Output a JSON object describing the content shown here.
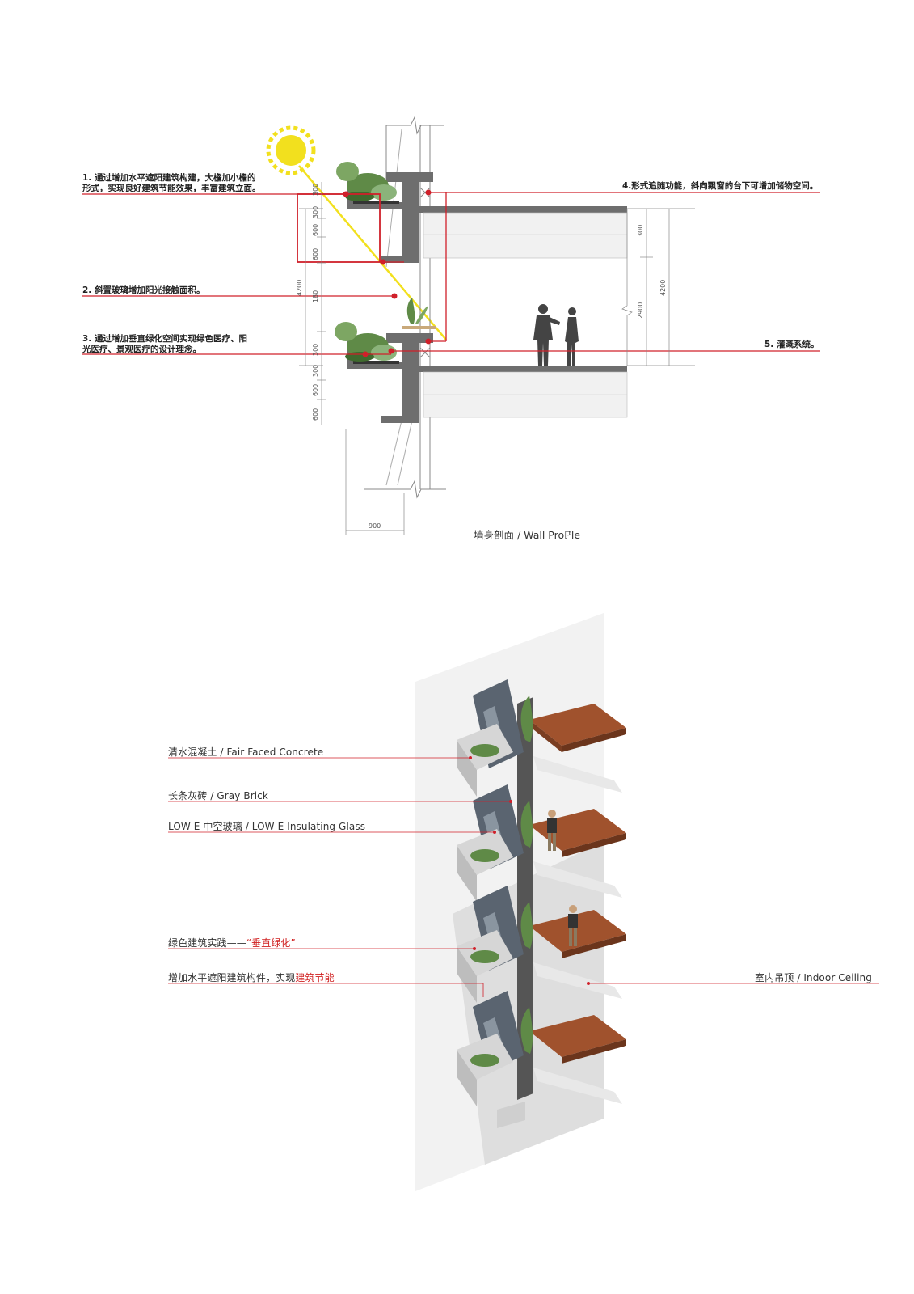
{
  "section": {
    "notes": [
      {
        "id": "n1a",
        "text": "1. 通过增加水平遮阳建筑构建，大檐加小檐的"
      },
      {
        "id": "n1b",
        "text": "形式，实现良好建筑节能效果，丰富建筑立面。"
      },
      {
        "id": "n2",
        "text": "2. 斜置玻璃增加阳光接触面积。"
      },
      {
        "id": "n3a",
        "text": "3. 通过增加垂直绿化空间实现绿色医疗、阳"
      },
      {
        "id": "n3b",
        "text": "光医疗、景观医疗的设计理念。"
      },
      {
        "id": "n4",
        "text": "4.形式追随功能，斜向飘窗的台下可增加储物空间。"
      },
      {
        "id": "n5",
        "text": "5. 灌溉系统。"
      }
    ],
    "dimensions": {
      "d300a": "300",
      "d300b": "300",
      "d600a": "600",
      "d600b": "600",
      "d180": "180",
      "d4200l": "4200",
      "d300c": "300",
      "d300d": "300",
      "d600c": "600",
      "d600d": "600",
      "d1300": "1300",
      "d2900": "2900",
      "d4200r": "4200",
      "d900": "900"
    },
    "caption": "墙身剖面 / Wall Proℙle"
  },
  "axonometric": {
    "labels": {
      "concrete": "清水混凝土 / Fair Faced Concrete",
      "brick": "长条灰砖 / Gray Brick",
      "glass": "LOW-E 中空玻璃 / LOW-E Insulating Glass",
      "green_prefix": "绿色建筑实践——",
      "green_red": "“垂直绿化”",
      "shade_prefix": "增加水平遮阳建筑构件，实现",
      "shade_red": "建筑节能",
      "ceiling": "室内吊顶 / Indoor Ceiling"
    }
  },
  "colors": {
    "accent": "#d0202a",
    "sun": "#f2e01e",
    "concrete": "#6e6e6e",
    "wood": "#a0522d",
    "plant": "#4f7a3a"
  }
}
